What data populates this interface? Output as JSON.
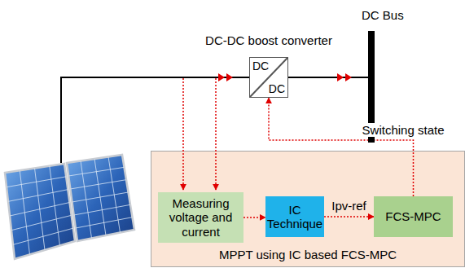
{
  "diagram": {
    "nodes": [
      {
        "text": [
          "DC Bus"
        ]
      },
      {
        "text": [
          "DC-DC boost converter",
          "DC",
          "DC"
        ]
      },
      {
        "text": [
          "MPPT using IC based FCS-MPC"
        ]
      },
      {
        "text": [
          "Measuring voltage and current"
        ],
        "in": 2
      },
      {
        "text": [
          "IC Technique"
        ],
        "in": 2
      },
      {
        "text": [
          "FCS-MPC"
        ],
        "in": 2
      }
    ],
    "edges": [
      {
        "from": 1,
        "to": 0,
        "arrow": "to"
      },
      {
        "from": 3,
        "to": 4,
        "arrow": "to"
      },
      {
        "from": 4,
        "to": 5,
        "label": "Ipv-ref",
        "arrow": "to"
      },
      {
        "from": 5,
        "to": 1,
        "label": "Switching state",
        "arrow": "to"
      }
    ]
  }
}
